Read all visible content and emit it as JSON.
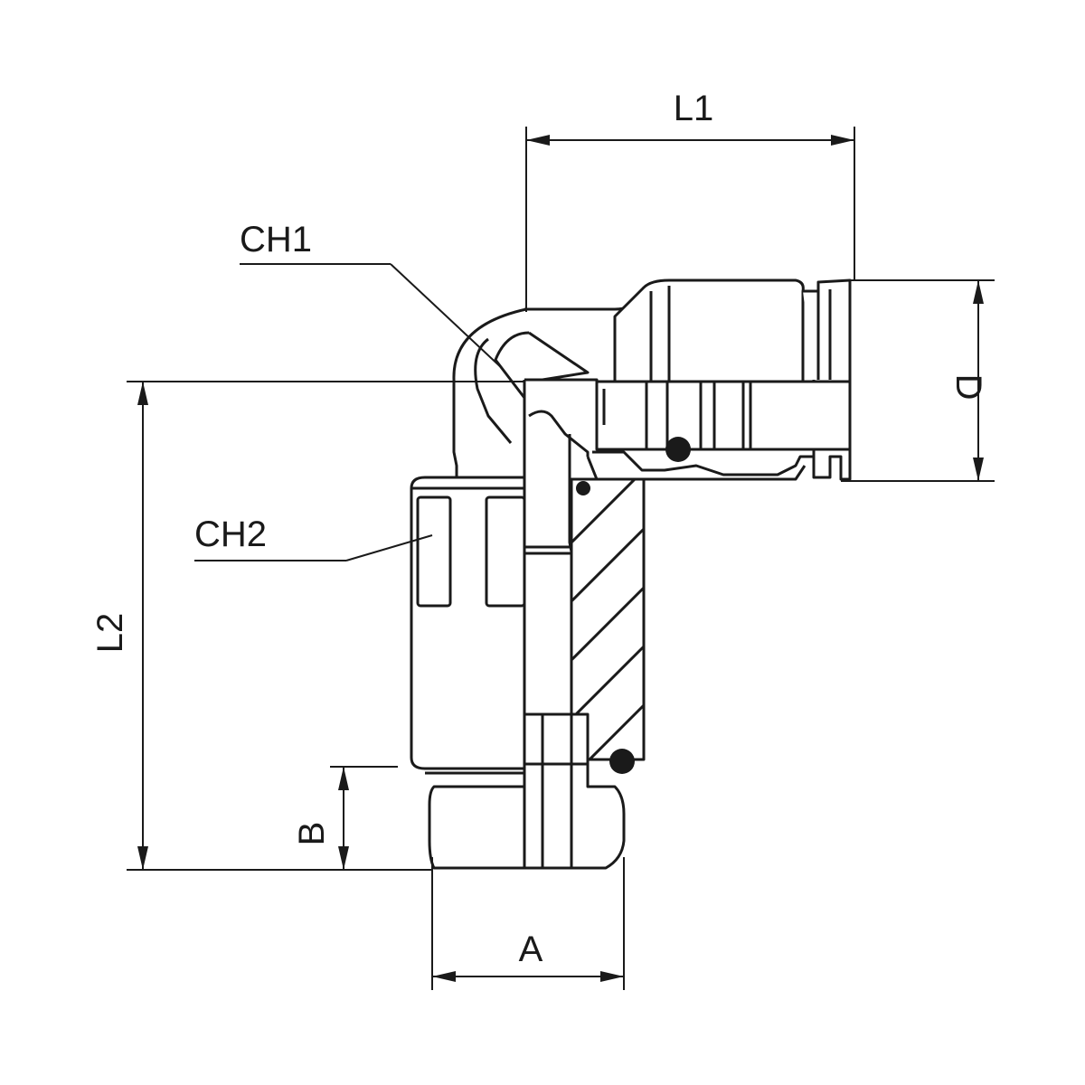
{
  "labels": {
    "l1": "L1",
    "l2": "L2",
    "ch1": "CH1",
    "ch2": "CH2",
    "d": "D",
    "a": "A",
    "b": "B"
  }
}
